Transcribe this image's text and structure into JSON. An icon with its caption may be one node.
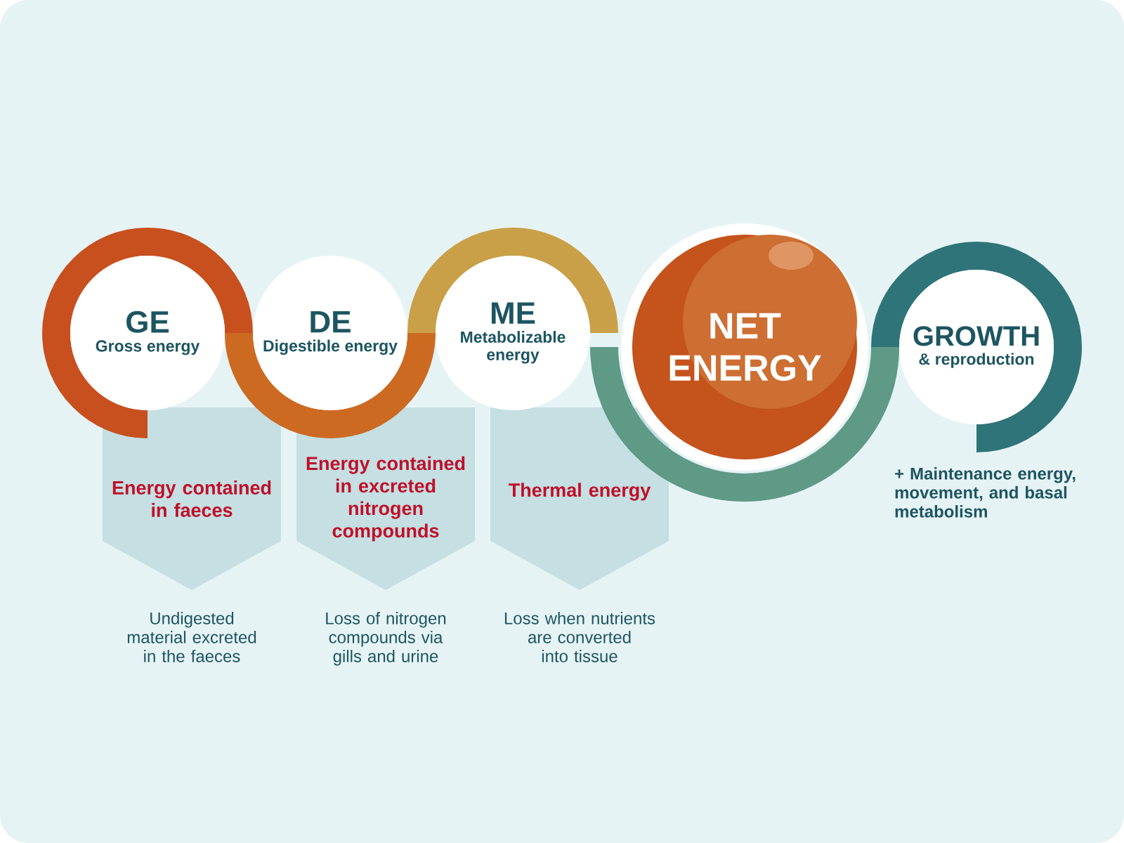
{
  "diagram": {
    "nodes": [
      {
        "text": [
          "GE",
          "Gross energy"
        ]
      },
      {
        "text": [
          "DE",
          "Digestible energy"
        ]
      },
      {
        "text": [
          "ME",
          "Metabolizable energy"
        ]
      },
      {
        "text": [
          "NET ENERGY"
        ]
      },
      {
        "text": [
          "GROWTH",
          "& reproduction"
        ]
      },
      {
        "text": [
          "Energy contained in faeces"
        ],
        "beside": [
          "Undigested material excreted in the faeces"
        ]
      },
      {
        "text": [
          "Energy contained in excreted nitrogen compounds"
        ],
        "beside": [
          "Loss of nitrogen compounds via gills and urine"
        ]
      },
      {
        "text": [
          "Thermal energy"
        ],
        "beside": [
          "Loss when nutrients are converted into tissue"
        ]
      }
    ],
    "labels": [
      "+ Maintenance energy, movement, and basal metabolism"
    ]
  }
}
